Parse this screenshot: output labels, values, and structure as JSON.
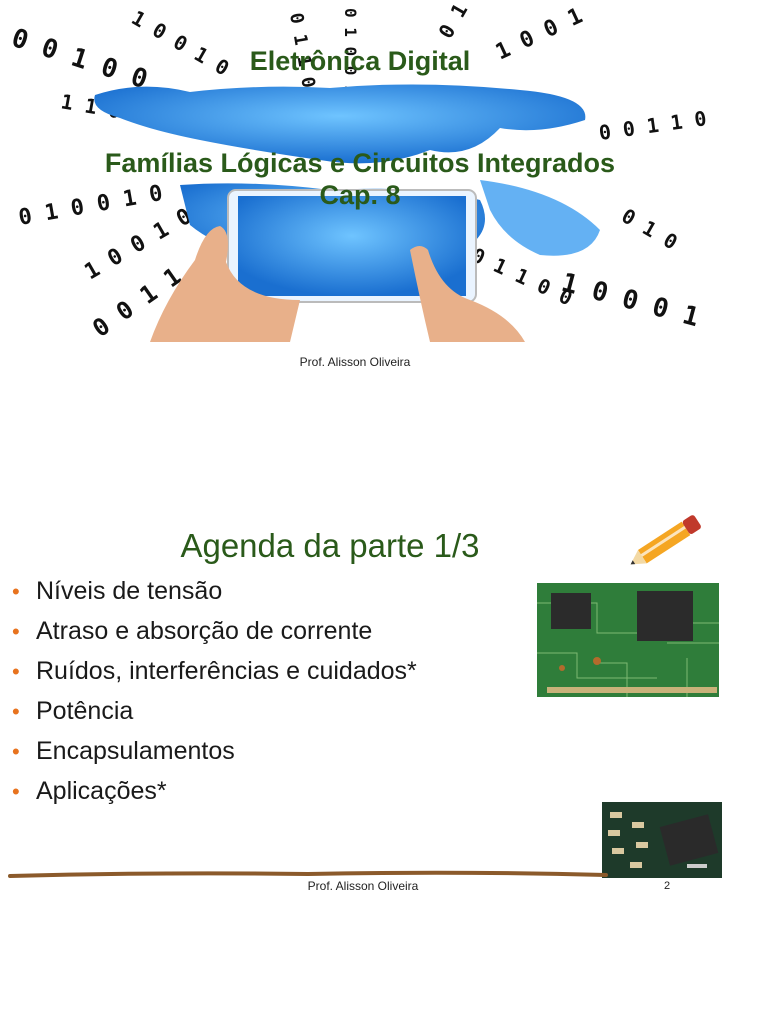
{
  "slide1": {
    "title": "Eletrônica Digital",
    "subtitle_line1": "Famílias Lógicas e Circuitos Integrados",
    "subtitle_line2": "Cap. 8",
    "author": "Prof. Alisson Oliveira"
  },
  "slide2": {
    "title": "Agenda da parte 1/3",
    "bullets": [
      "Níveis de tensão",
      "Atraso e absorção de corrente",
      "Ruídos, interferências e cuidados*",
      "Potência",
      "Encapsulamentos",
      "Aplicações*"
    ],
    "footer_author": "Prof. Alisson Oliveira",
    "page_number": "2",
    "colors": {
      "title": "#2a5a1a",
      "bullet": "#e8731e",
      "rule": "#8b5a2b"
    }
  }
}
